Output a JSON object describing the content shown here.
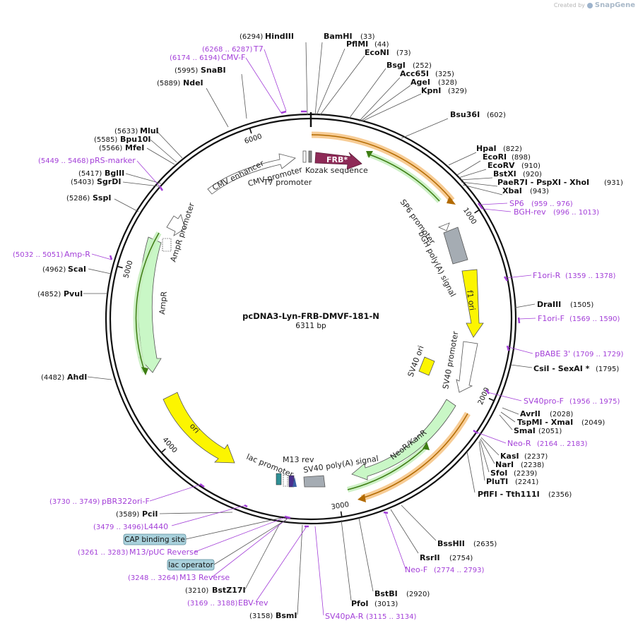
{
  "branding": {
    "created_by": "Created by",
    "product": "SnapGene"
  },
  "plasmid": {
    "name": "pcDNA3-Lyn-FRB-DMVF-181-N",
    "size_label": "6311 bp",
    "length": 6311
  },
  "ticks": [
    {
      "pos": 1000,
      "label": "1000"
    },
    {
      "pos": 2000,
      "label": "2000"
    },
    {
      "pos": 3000,
      "label": "3000"
    },
    {
      "pos": 4000,
      "label": "4000"
    },
    {
      "pos": 5000,
      "label": "5000"
    },
    {
      "pos": 6000,
      "label": "6000"
    }
  ],
  "enzymes": [
    {
      "name": "HindIII",
      "pos": "(6294)",
      "side": "left"
    },
    {
      "name": "SnaBI",
      "pos": "(5995)",
      "side": "left"
    },
    {
      "name": "NdeI",
      "pos": "(5889)",
      "side": "left"
    },
    {
      "name": "MluI",
      "pos": "(5633)",
      "side": "left"
    },
    {
      "name": "Bpu10I",
      "pos": "(5585)",
      "side": "left"
    },
    {
      "name": "MfeI",
      "pos": "(5566)",
      "side": "left"
    },
    {
      "name": "BglII",
      "pos": "(5417)",
      "side": "left"
    },
    {
      "name": "SgrDI",
      "pos": "(5403)",
      "side": "left"
    },
    {
      "name": "SspI",
      "pos": "(5286)",
      "side": "left"
    },
    {
      "name": "ScaI",
      "pos": "(4962)",
      "side": "left"
    },
    {
      "name": "PvuI",
      "pos": "(4852)",
      "side": "left"
    },
    {
      "name": "AhdI",
      "pos": "(4482)",
      "side": "left"
    },
    {
      "name": "PciI",
      "pos": "(3589)",
      "side": "left"
    },
    {
      "name": "BstZ17I",
      "pos": "(3210)",
      "side": "left"
    },
    {
      "name": "BsmI",
      "pos": "(3158)",
      "side": "left"
    },
    {
      "name": "BamHI",
      "pos": "(33)",
      "side": "right"
    },
    {
      "name": "PflMI",
      "pos": "(44)",
      "side": "right"
    },
    {
      "name": "EcoNI",
      "pos": "(73)",
      "side": "right"
    },
    {
      "name": "BsgI",
      "pos": "(252)",
      "side": "right"
    },
    {
      "name": "Acc65I",
      "pos": "(325)",
      "side": "right"
    },
    {
      "name": "AgeI",
      "pos": "(328)",
      "side": "right"
    },
    {
      "name": "KpnI",
      "pos": "(329)",
      "side": "right"
    },
    {
      "name": "Bsu36I",
      "pos": "(602)",
      "side": "right"
    },
    {
      "name": "HpaI",
      "pos": "(822)",
      "side": "right"
    },
    {
      "name": "EcoRI",
      "pos": "(898)",
      "side": "right"
    },
    {
      "name": "EcoRV",
      "pos": "(910)",
      "side": "right"
    },
    {
      "name": "BstXI",
      "pos": "(920)",
      "side": "right"
    },
    {
      "name": "PaeR7I - PspXI - XhoI",
      "pos": "(931)",
      "side": "right"
    },
    {
      "name": "XbaI",
      "pos": "(943)",
      "side": "right"
    },
    {
      "name": "DraIII",
      "pos": "(1505)",
      "side": "right"
    },
    {
      "name": "CsiI - SexAI *",
      "pos": "(1795)",
      "side": "right"
    },
    {
      "name": "AvrII",
      "pos": "(2028)",
      "side": "right"
    },
    {
      "name": "TspMI - XmaI",
      "pos": "(2049)",
      "side": "right"
    },
    {
      "name": "SmaI",
      "pos": "(2051)",
      "side": "right"
    },
    {
      "name": "KasI",
      "pos": "(2237)",
      "side": "right"
    },
    {
      "name": "NarI",
      "pos": "(2238)",
      "side": "right"
    },
    {
      "name": "SfoI",
      "pos": "(2239)",
      "side": "right"
    },
    {
      "name": "PluTI",
      "pos": "(2241)",
      "side": "right"
    },
    {
      "name": "PflFI - Tth111I",
      "pos": "(2356)",
      "side": "right"
    },
    {
      "name": "BssHII",
      "pos": "(2635)",
      "side": "right"
    },
    {
      "name": "RsrII",
      "pos": "(2754)",
      "side": "right"
    },
    {
      "name": "BstBI",
      "pos": "(2920)",
      "side": "right"
    },
    {
      "name": "PfoI",
      "pos": "(3013)",
      "side": "right"
    }
  ],
  "primers": [
    {
      "name": "T7",
      "pos": "(6268 .. 6287)"
    },
    {
      "name": "CMV-F",
      "pos": "(6174 .. 6194)"
    },
    {
      "name": "pRS-marker",
      "pos": "(5449 .. 5468)"
    },
    {
      "name": "Amp-R",
      "pos": "(5032 .. 5051)"
    },
    {
      "name": "pBR322ori-F",
      "pos": "(3730 .. 3749)"
    },
    {
      "name": "L4440",
      "pos": "(3479 .. 3496)"
    },
    {
      "name": "M13/pUC Reverse",
      "pos": "(3261 .. 3283)"
    },
    {
      "name": "M13 Reverse",
      "pos": "(3248 .. 3264)"
    },
    {
      "name": "EBV-rev",
      "pos": "(3169 .. 3188)"
    },
    {
      "name": "SV40pA-R",
      "pos": "(3115 .. 3134)"
    },
    {
      "name": "SP6",
      "pos": "(959 .. 976)"
    },
    {
      "name": "BGH-rev",
      "pos": "(996 .. 1013)"
    },
    {
      "name": "F1ori-R",
      "pos": "(1359 .. 1378)"
    },
    {
      "name": "F1ori-F",
      "pos": "(1569 .. 1590)"
    },
    {
      "name": "pBABE 3'",
      "pos": "(1709 .. 1729)"
    },
    {
      "name": "SV40pro-F",
      "pos": "(1956 .. 1975)"
    },
    {
      "name": "Neo-R",
      "pos": "(2164 .. 2183)"
    },
    {
      "name": "Neo-F",
      "pos": "(2774 .. 2793)"
    }
  ],
  "sites": [
    {
      "name": "CAP binding site"
    },
    {
      "name": "lac operator"
    }
  ],
  "features": [
    {
      "name": "FRB*",
      "color": "#8e2a57"
    },
    {
      "name": "Kozak sequence"
    },
    {
      "name": "CMV enhancer",
      "color": "#ffffff"
    },
    {
      "name": "CMV promoter",
      "color": "#ffffff"
    },
    {
      "name": "T7 promoter"
    },
    {
      "name": "SP6 promoter"
    },
    {
      "name": "bGH poly(A) signal",
      "color": "#a5acb3"
    },
    {
      "name": "f1 ori",
      "color": "#fcf500"
    },
    {
      "name": "SV40 promoter",
      "color": "#ffffff"
    },
    {
      "name": "SV40 ori",
      "color": "#fcf500"
    },
    {
      "name": "NeoR/KanR",
      "color": "#c9f7c6"
    },
    {
      "name": "SV40 poly(A) signal",
      "color": "#a5acb3"
    },
    {
      "name": "M13 rev"
    },
    {
      "name": "lac promoter"
    },
    {
      "name": "ori",
      "color": "#fcf500"
    },
    {
      "name": "AmpR",
      "color": "#c9f7c6"
    },
    {
      "name": "AmpR promoter",
      "color": "#ffffff"
    }
  ]
}
